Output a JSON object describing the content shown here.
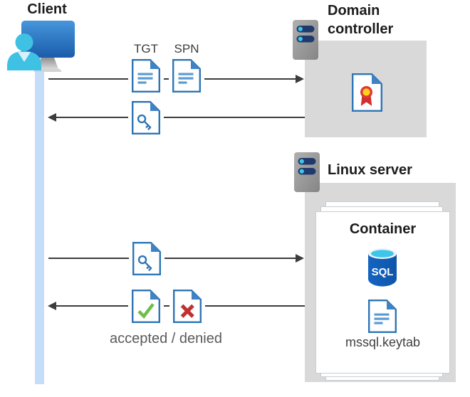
{
  "nodes": {
    "client": {
      "label": "Client"
    },
    "domain_controller": {
      "label": "Domain controller"
    },
    "linux_server": {
      "label": "Linux server"
    },
    "container": {
      "label": "Container",
      "sql_text": "SQL",
      "keytab_label": "mssql.keytab"
    }
  },
  "flow": {
    "tgt_label": "TGT",
    "spn_label": "SPN",
    "accepted_denied_label": "accepted / denied"
  },
  "icons": {
    "client": "user-at-monitor-icon",
    "server": "server-icon",
    "certificate": "certificate-icon",
    "ticket_document": "document-icon",
    "key_ticket": "key-document-icon",
    "accepted": "check-document-icon",
    "denied": "x-document-icon",
    "sql": "sql-database-icon"
  },
  "colors": {
    "doc_border_blue": "#2e75b6",
    "doc_line_blue": "#5b9bd5",
    "fold_blue": "#3f83c5",
    "lifeline_blue": "#c4ddf8",
    "box_gray": "#d9d9d9",
    "arrow_gray": "#3c3c3c",
    "check_green": "#6fbf4a",
    "deny_red": "#bf3232",
    "sql_blue": "#1262ba",
    "person_cyan": "#3fc1e4",
    "server_pill_navy": "#1f3a6c",
    "server_dot_cyan": "#42c5e8"
  }
}
